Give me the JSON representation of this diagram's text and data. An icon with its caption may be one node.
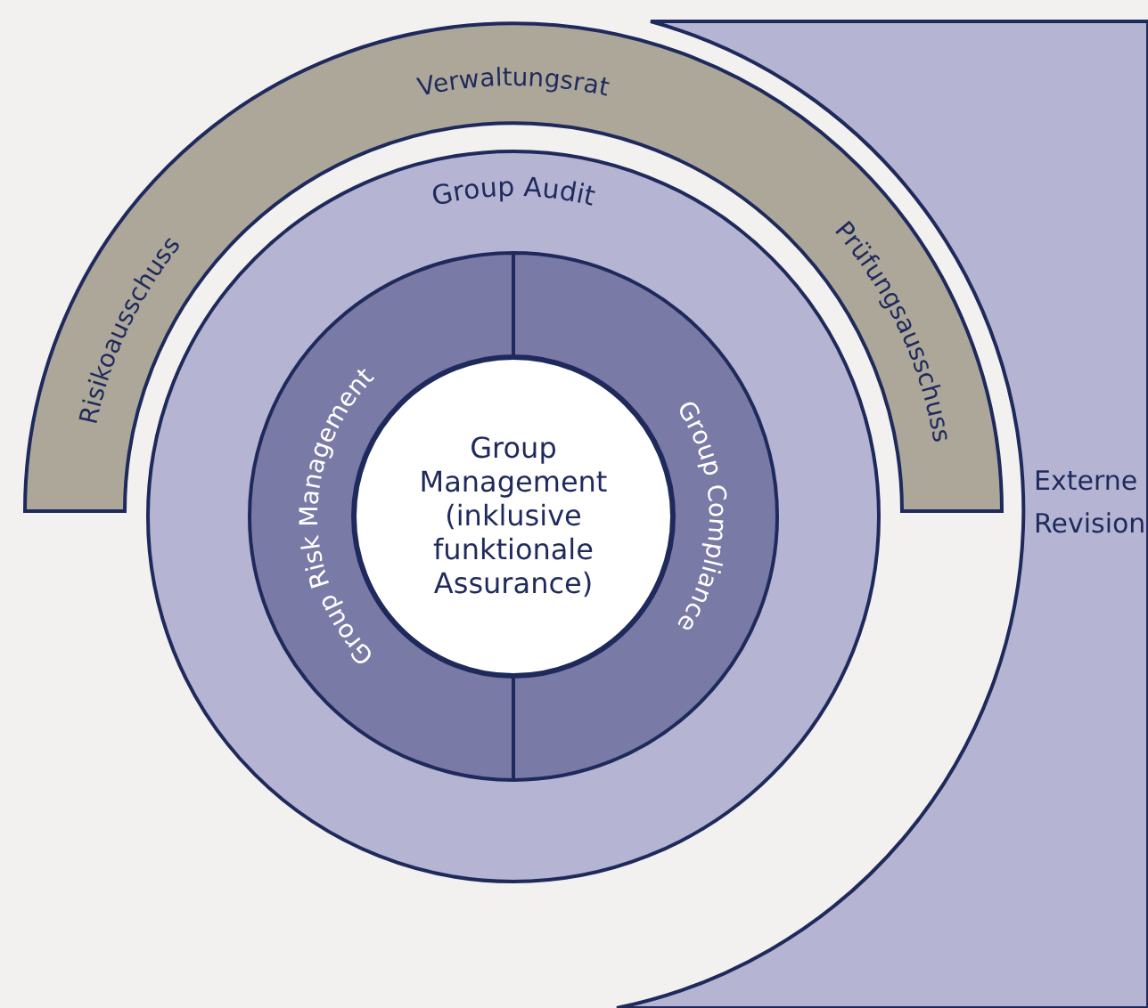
{
  "diagram": {
    "nodes": [
      {
        "text": [
          "Externe Revision"
        ]
      },
      {
        "text": [
          "Risikoausschuss",
          "Verwaltungsrat",
          "Prüfungsausschuss"
        ]
      },
      {
        "text": [
          "Group Audit"
        ]
      },
      {
        "text": [
          "Group Risk Management"
        ],
        "in": 2
      },
      {
        "text": [
          "Group Compliance"
        ],
        "in": 2
      },
      {
        "text": [
          "Group Management (inklusive funktionale Assurance)"
        ],
        "in": 2
      }
    ]
  }
}
